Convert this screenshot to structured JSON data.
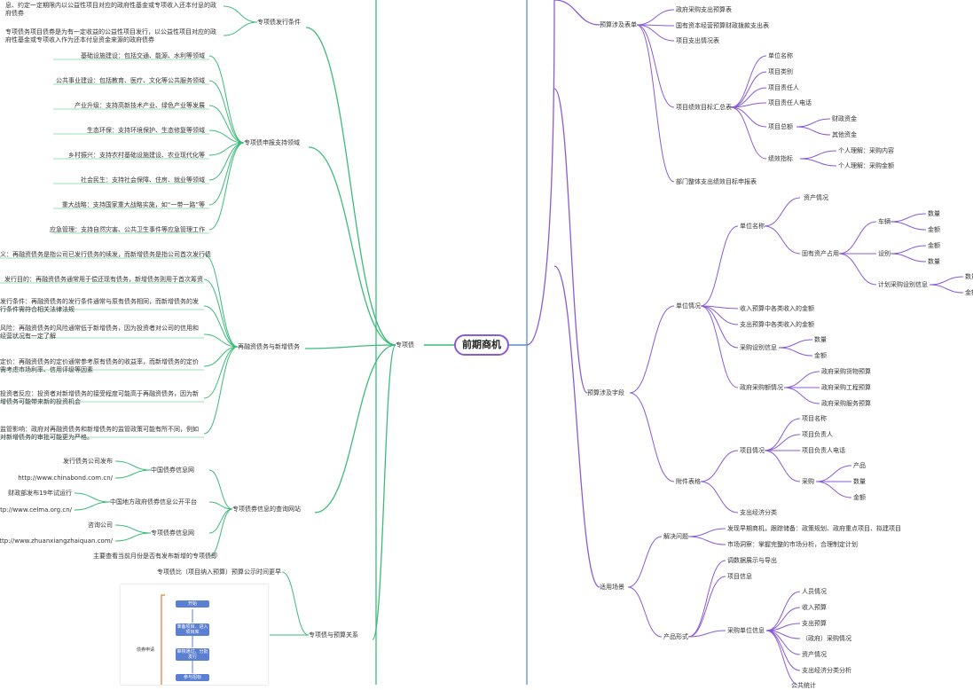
{
  "center": "前期商机",
  "colors": {
    "left": "#3dbb7a",
    "right_top": "#8a5bd6",
    "right_bottom": "#5b8fd6",
    "center_border": "#8a5bd6"
  },
  "left": {
    "branch": "专项债",
    "issue_conditions": {
      "label": "专项债发行条件",
      "items": [
        "息、约定一定期限内以公益性项目对应的政府性基金或专项收入还本付息的政府债券",
        "专项债务项目债券是为有一定收益的公益性项目发行，以公益性项目对应的政府性基金或专项收入作为还本付息资金来源的政府债券"
      ]
    },
    "support_fields": {
      "label": "专项债申报支持领域",
      "items": [
        "基础设施建设：包括交通、能源、水利等领域",
        "公共事业建设：包括教育、医疗、文化等公共服务领域",
        "产业升级：支持高新技术产业、绿色产业等发展",
        "生态环保：支持环境保护、生态修复等领域",
        "乡村振兴：支持农村基础设施建设、农业现代化等",
        "社会民生：支持社会保障、住房、就业等领域",
        "重大战略：支持国家重大战略实施，如“一带一路”等",
        "应急管理：支持自然灾害、公共卫生事件等应急管理工作"
      ]
    },
    "refinance": {
      "label": "再融资债务与新增债务",
      "items": [
        "义：再融资债务是指公司已发行债务的续发，而新增债务是指公司首次发行债",
        "发行目的：再融资债务通常用于偿还现有债务，新增债务则用于首次筹资",
        "发行条件：再融资债务的发行条件通常与原有债务相同，而新增债务的发行条件需符合相关法律法规",
        "风险：再融资债务的风险通常低于新增债务，因为投资者对公司的信用和经营状况有一定了解",
        "定价：再融资债务的定价通常参考原有债务的收益率，而新增债务的定价需考虑市场利率、信用评级等因素",
        "投资者反应：投资者对新增债务的接受程度可能高于再融资债务，因为新增债务可能带来新的投资机会",
        "监管影响：政府对再融资债务和新增债务的监管政策可能有所不同，例如对新增债务的审批可能更为严格。"
      ]
    },
    "query_sites": {
      "label": "专项债券信息的查询网站",
      "sites": [
        {
          "name": "中国债券信息网",
          "desc": "发行债务公司发布",
          "url": "http://www.chinabond.com.cn/"
        },
        {
          "name": "中国地方政府债券信息公开平台",
          "desc": "财政部发布19年试运行",
          "url": "http://www.celma.org.cn/"
        },
        {
          "name": "专项债券信息网",
          "desc": "咨询公司",
          "url": "http://www.zhuanxiangzhaiquan.com/"
        }
      ],
      "note": "主要查看当前月份是否有发布新增的专项债即"
    },
    "budget_relation": {
      "label": "专项债与预算关系",
      "item": "专项债比（项目纳入预算）预算公示时间更早",
      "flow": {
        "steps": [
          "开始",
          "准备项目、进入项目库",
          "审核通过、分批发行",
          "参与招标"
        ],
        "side_label": "债券申请"
      }
    }
  },
  "right": {
    "budget_table": {
      "label": "预算涉及表单",
      "items": [
        "政府采购支出预算表",
        "国有资本经营预算财政拨款支出表",
        "项目支出情况表"
      ],
      "perf": {
        "label": "项目绩效目标汇总表",
        "items": [
          "单位名称",
          "项目类别",
          "项目责任人",
          "项目责任人电话"
        ],
        "total": {
          "label": "项目总额",
          "children": [
            "财政资金",
            "其他资金"
          ]
        },
        "indicator": {
          "label": "绩效指标",
          "children": [
            "个人理解：采购内容",
            "个人理解：采购金额"
          ]
        }
      },
      "dept": "部门整体支出绩效目标申报表"
    },
    "budget_field": {
      "label": "预算涉及字段",
      "unit_info": {
        "label": "单位情况",
        "unit_name": {
          "label": "单位名称",
          "asset": "资产情况",
          "occupy": {
            "label": "固有资产占用",
            "car": {
              "label": "车辆",
              "children": [
                "数量",
                "金额"
              ]
            },
            "equip": {
              "label": "设别",
              "children": [
                "金额",
                "数量"
              ]
            },
            "plan": {
              "label": "计划采购设别信息",
              "children": [
                "数量",
                "金额"
              ]
            }
          }
        },
        "income": "收入预算中各类收入的金额",
        "expense": "支出预算中各类收入的金额",
        "purchase": {
          "label": "采购设别信息",
          "children": [
            "数量",
            "金额"
          ]
        },
        "gov": {
          "label": "政府采购额情况",
          "children": [
            "政府采购货物预算",
            "政府采购工程预算",
            "政府采购服务预算"
          ]
        }
      },
      "attach": {
        "label": "附件表格",
        "project": {
          "label": "项目情况",
          "items": [
            "项目名称",
            "项目负责人",
            "项目负责人电话"
          ],
          "purchase": {
            "label": "采购",
            "children": [
              "产品",
              "数量",
              "金额"
            ]
          }
        },
        "econ": "支出经济分类"
      }
    },
    "scenario": {
      "label": "适用场景",
      "solve": {
        "label": "解决问题",
        "items": [
          "发现早期商机，跟踪储备：政策规划、政府重点项目、拟建项目",
          "市场洞察：掌握完整的市场分析，合理制定计划"
        ]
      },
      "product": {
        "label": "产品形式",
        "items": [
          "调数据展示与导出",
          "项目信息"
        ],
        "buyer": {
          "label": "采购单位信息",
          "items": [
            "人员情况",
            "收入预算",
            "支出预算",
            "（政府）采购情况",
            "资产情况",
            "支出经济分类分析",
            "公共统计"
          ]
        }
      }
    }
  }
}
